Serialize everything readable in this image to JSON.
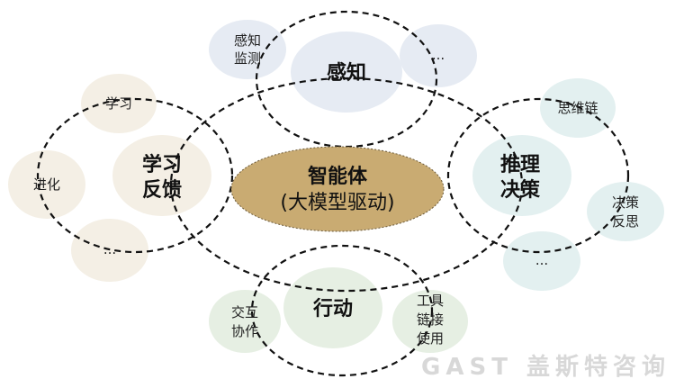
{
  "watermark": "GAST 盖斯特咨询",
  "center": {
    "line1": "智能体",
    "line2": "(大模型驱动)"
  },
  "perception": {
    "main": "感知",
    "items": [
      "感知",
      "监测",
      "..."
    ]
  },
  "learning": {
    "main_line1": "学习",
    "main_line2": "反馈",
    "items": [
      "学习",
      "进化",
      "..."
    ]
  },
  "reasoning": {
    "main_line1": "推理",
    "main_line2": "决策",
    "items": [
      "思维链",
      "决策",
      "反思",
      "..."
    ]
  },
  "action": {
    "main": "行动",
    "items": [
      "交互",
      "协作",
      "工具",
      "链接",
      "使用"
    ]
  },
  "colors": {
    "center": "#c9ab72",
    "perception": "#e6ebf3",
    "learning": "#f4efe5",
    "reasoning": "#e3f0f0",
    "action": "#e6efe3"
  }
}
